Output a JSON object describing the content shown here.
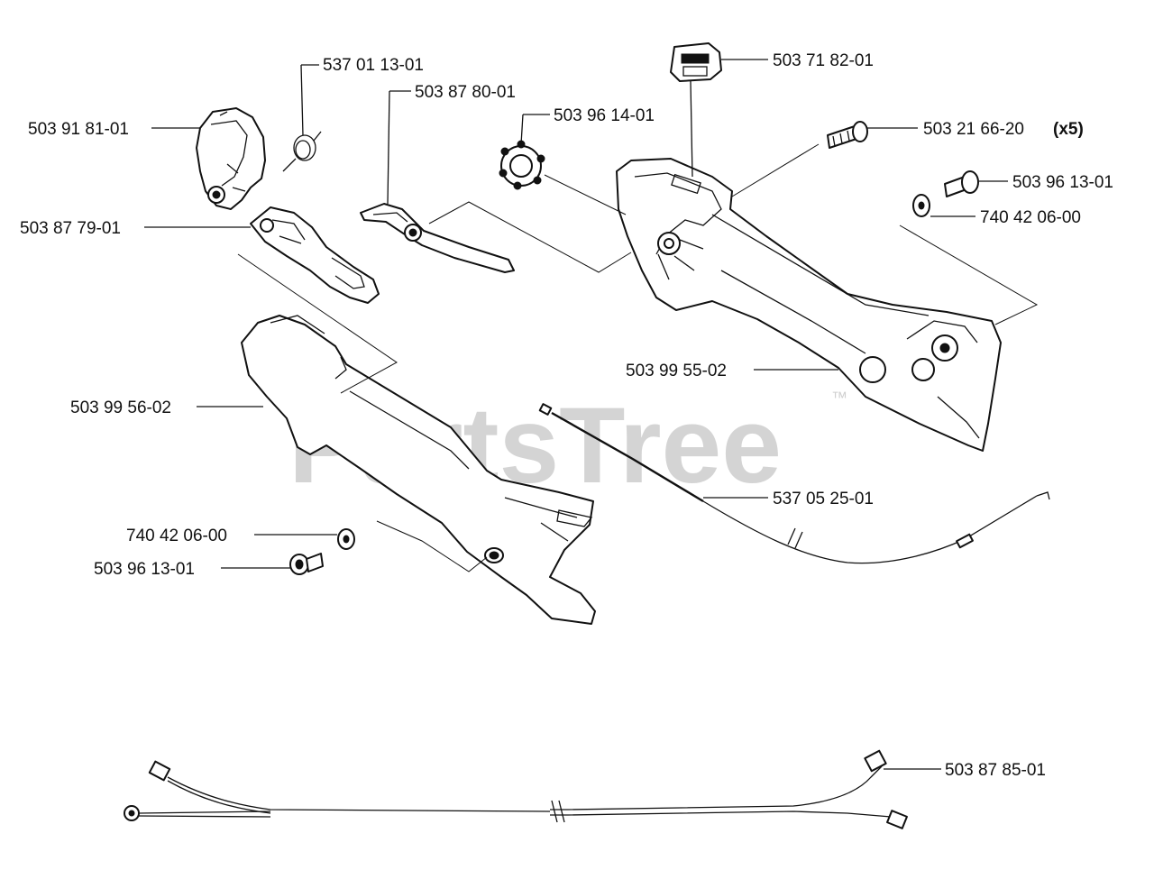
{
  "watermark": {
    "text": "PartsTree",
    "trademark": "™"
  },
  "labels": {
    "p537011301": "537 01 13-01",
    "p503878001": "503 87 80-01",
    "p503718201": "503 71 82-01",
    "p503961401": "503 96 14-01",
    "p503918101": "503 91 81-01",
    "p503216620": "503 21 66-20",
    "p503216620_qty": "(x5)",
    "p503961301_right": "503 96 13-01",
    "p740420600_right": "740 42 06-00",
    "p503877901": "503 87 79-01",
    "p503995502": "503 99 55-02",
    "p503995602": "503 99 56-02",
    "p537052501": "537 05 25-01",
    "p740420600_left": "740 42 06-00",
    "p503961301_left": "503 96 13-01",
    "p503878501": "503 87 85-01"
  }
}
